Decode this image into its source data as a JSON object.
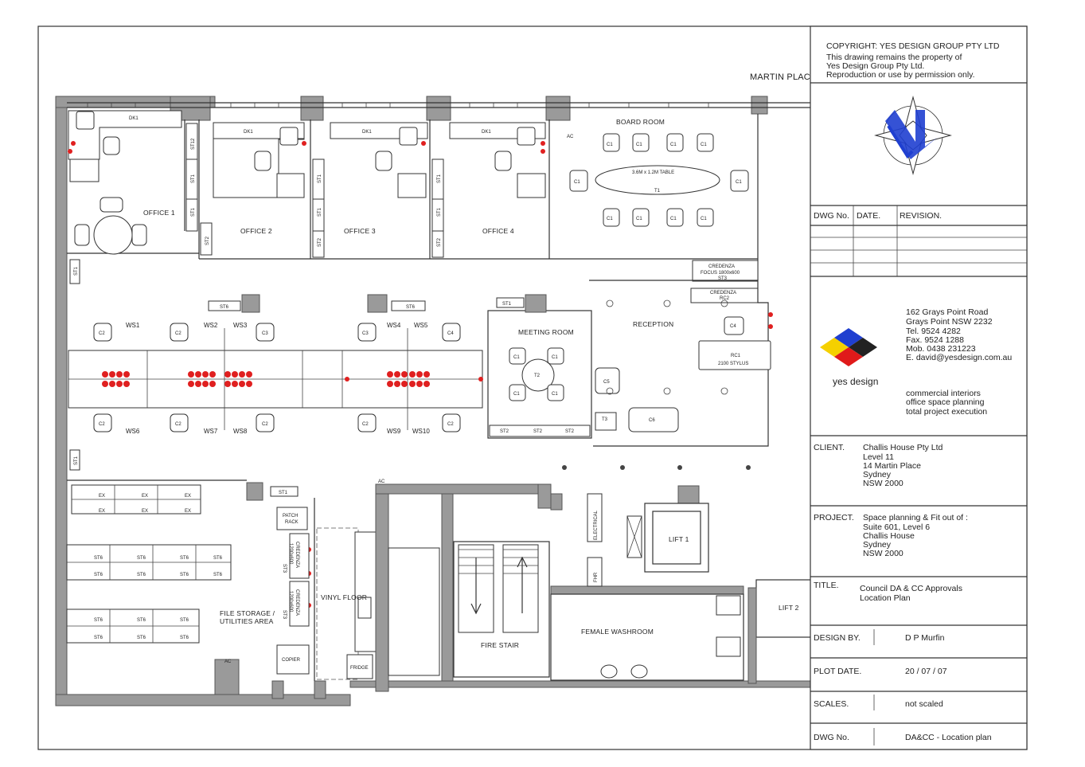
{
  "street": "MARTIN PLACE",
  "rooms": {
    "office1": "OFFICE 1",
    "office2": "OFFICE 2",
    "office3": "OFFICE 3",
    "office4": "OFFICE 4",
    "board_room": "BOARD ROOM",
    "meeting_room": "MEETING ROOM",
    "reception": "RECEPTION",
    "file_storage_1": "FILE STORAGE /",
    "file_storage_2": "UTILITIES AREA",
    "vinyl_floor": "VINYL FLOOR",
    "fire_stair": "FIRE STAIR",
    "female_washroom": "FEMALE WASHROOM",
    "lift1": "LIFT 1",
    "lift2": "LIFT 2",
    "electrical": "ELECTRICAL",
    "fhr": "FHR"
  },
  "labels": {
    "dk1": "DK1",
    "ac": "AC",
    "st1": "ST1",
    "st2": "ST2",
    "st3": "ST3",
    "st6": "ST6",
    "st12": "ST12",
    "c1": "C1",
    "c2": "C2",
    "c3": "C3",
    "c4": "C4",
    "c5": "C5",
    "c6": "C6",
    "t1": "T1",
    "t2": "T2",
    "t3": "T3",
    "ex": "EX",
    "ws1": "WS1",
    "ws2": "WS2",
    "ws3": "WS3",
    "ws4": "WS4",
    "ws5": "WS5",
    "ws6": "WS6",
    "ws7": "WS7",
    "ws8": "WS8",
    "ws9": "WS9",
    "ws10": "WS10",
    "board_table": "3.6M x 1.2M TABLE",
    "credenza_focus": "CREDENZA",
    "credenza_focus_2": "FOCUS 1800x600",
    "credenza_rc2": "CREDENZA",
    "rc2": "RC2",
    "rc1": "RC1",
    "rc1_2": "2100 STYLUS",
    "patch_rack_1": "PATCH",
    "patch_rack_2": "RACK",
    "copier": "COPIER",
    "fridge": "FRIDGE",
    "credenza_v1": "CREDENZA",
    "credenza_v1b": "1200x600",
    "credenza_v2": "CREDENZA",
    "credenza_v2b": "1200x600"
  },
  "title_block": {
    "copyright": [
      "COPYRIGHT: YES DESIGN GROUP PTY LTD",
      "This drawing remains the property of",
      "Yes Design Group Pty Ltd.",
      "Reproduction or use by permission only."
    ],
    "rev_headers": {
      "dwg_no": "DWG No.",
      "date": "DATE.",
      "revision": "REVISION."
    },
    "company": {
      "address": [
        "162 Grays Point Road",
        "Grays Point NSW 2232",
        "Tel.   9524 4282",
        "Fax.  9524 1288",
        "Mob. 0438 231223",
        "E. david@yesdesign.com.au"
      ],
      "name": "yes design",
      "tagline": [
        "commercial interiors",
        "office space planning",
        "total project execution"
      ],
      "logo_colors": {
        "blue": "#1f3fd0",
        "yellow": "#f5d000",
        "red": "#e01a1a",
        "black": "#222222"
      }
    },
    "client": {
      "label": "CLIENT.",
      "lines": [
        "Challis House Pty Ltd",
        "Level 11",
        "14 Martin Place",
        "Sydney",
        "NSW 2000"
      ]
    },
    "project": {
      "label": "PROJECT.",
      "lines": [
        "Space planning & Fit out of :",
        "Suite 601, Level 6",
        "Challis House",
        "Sydney",
        "NSW 2000"
      ]
    },
    "title": {
      "label": "TITLE.",
      "lines": [
        "Council DA & CC Approvals",
        "Location Plan"
      ]
    },
    "design_by": {
      "label": "DESIGN BY.",
      "value": "D P Murfin"
    },
    "plot_date": {
      "label": "PLOT DATE.",
      "value": "20 / 07 / 07"
    },
    "scales": {
      "label": "SCALES.",
      "value": "not scaled"
    },
    "dwg_no": {
      "label": "DWG No.",
      "value": "DA&CC - Location plan"
    }
  },
  "north_icon": "north-arrow-icon"
}
